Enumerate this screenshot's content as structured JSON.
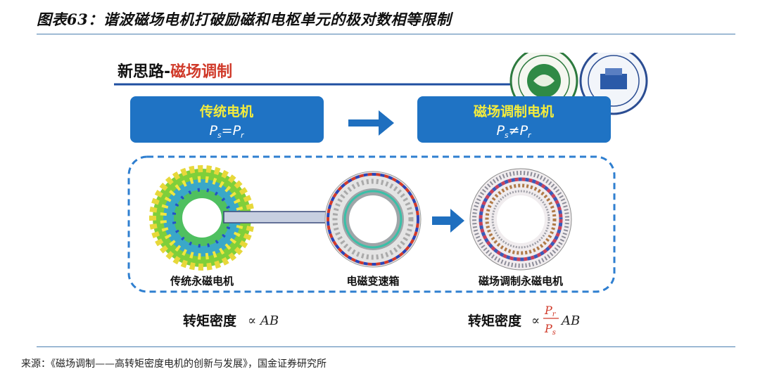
{
  "header": {
    "figure_title": "图表63：谐波磁场电机打破励磁和电枢单元的极对数相等限制"
  },
  "figure": {
    "heading_prefix": "新思路-",
    "heading_highlight": "磁场调制",
    "left_box": {
      "title": "传统电机",
      "formula_lhs": "P",
      "formula_lhs_sub": "s",
      "formula_op": "=",
      "formula_rhs": "P",
      "formula_rhs_sub": "r"
    },
    "right_box": {
      "title": "磁场调制电机",
      "formula_lhs": "P",
      "formula_lhs_sub": "s",
      "formula_op": "≠",
      "formula_rhs": "P",
      "formula_rhs_sub": "r"
    },
    "machine_labels": [
      "传统永磁电机",
      "电磁变速箱",
      "磁场调制永磁电机"
    ],
    "torque_label": "转矩密度",
    "torque_left_formula": "∝ AB",
    "torque_right_prefix": "∝",
    "torque_right_num": "P",
    "torque_right_num_sub": "r",
    "torque_right_den": "P",
    "torque_right_den_sub": "s",
    "torque_right_suffix": "AB"
  },
  "source": {
    "text": "来源：《磁场调制——高转矩密度电机的创新与发展》，国金证券研究所"
  },
  "colors": {
    "blue_box": "#1f73c4",
    "arrow": "#1f6fbf",
    "title_yellow": "#f4ec3c",
    "dash_border": "#2f7fd0",
    "red_text": "#d03a2a"
  }
}
